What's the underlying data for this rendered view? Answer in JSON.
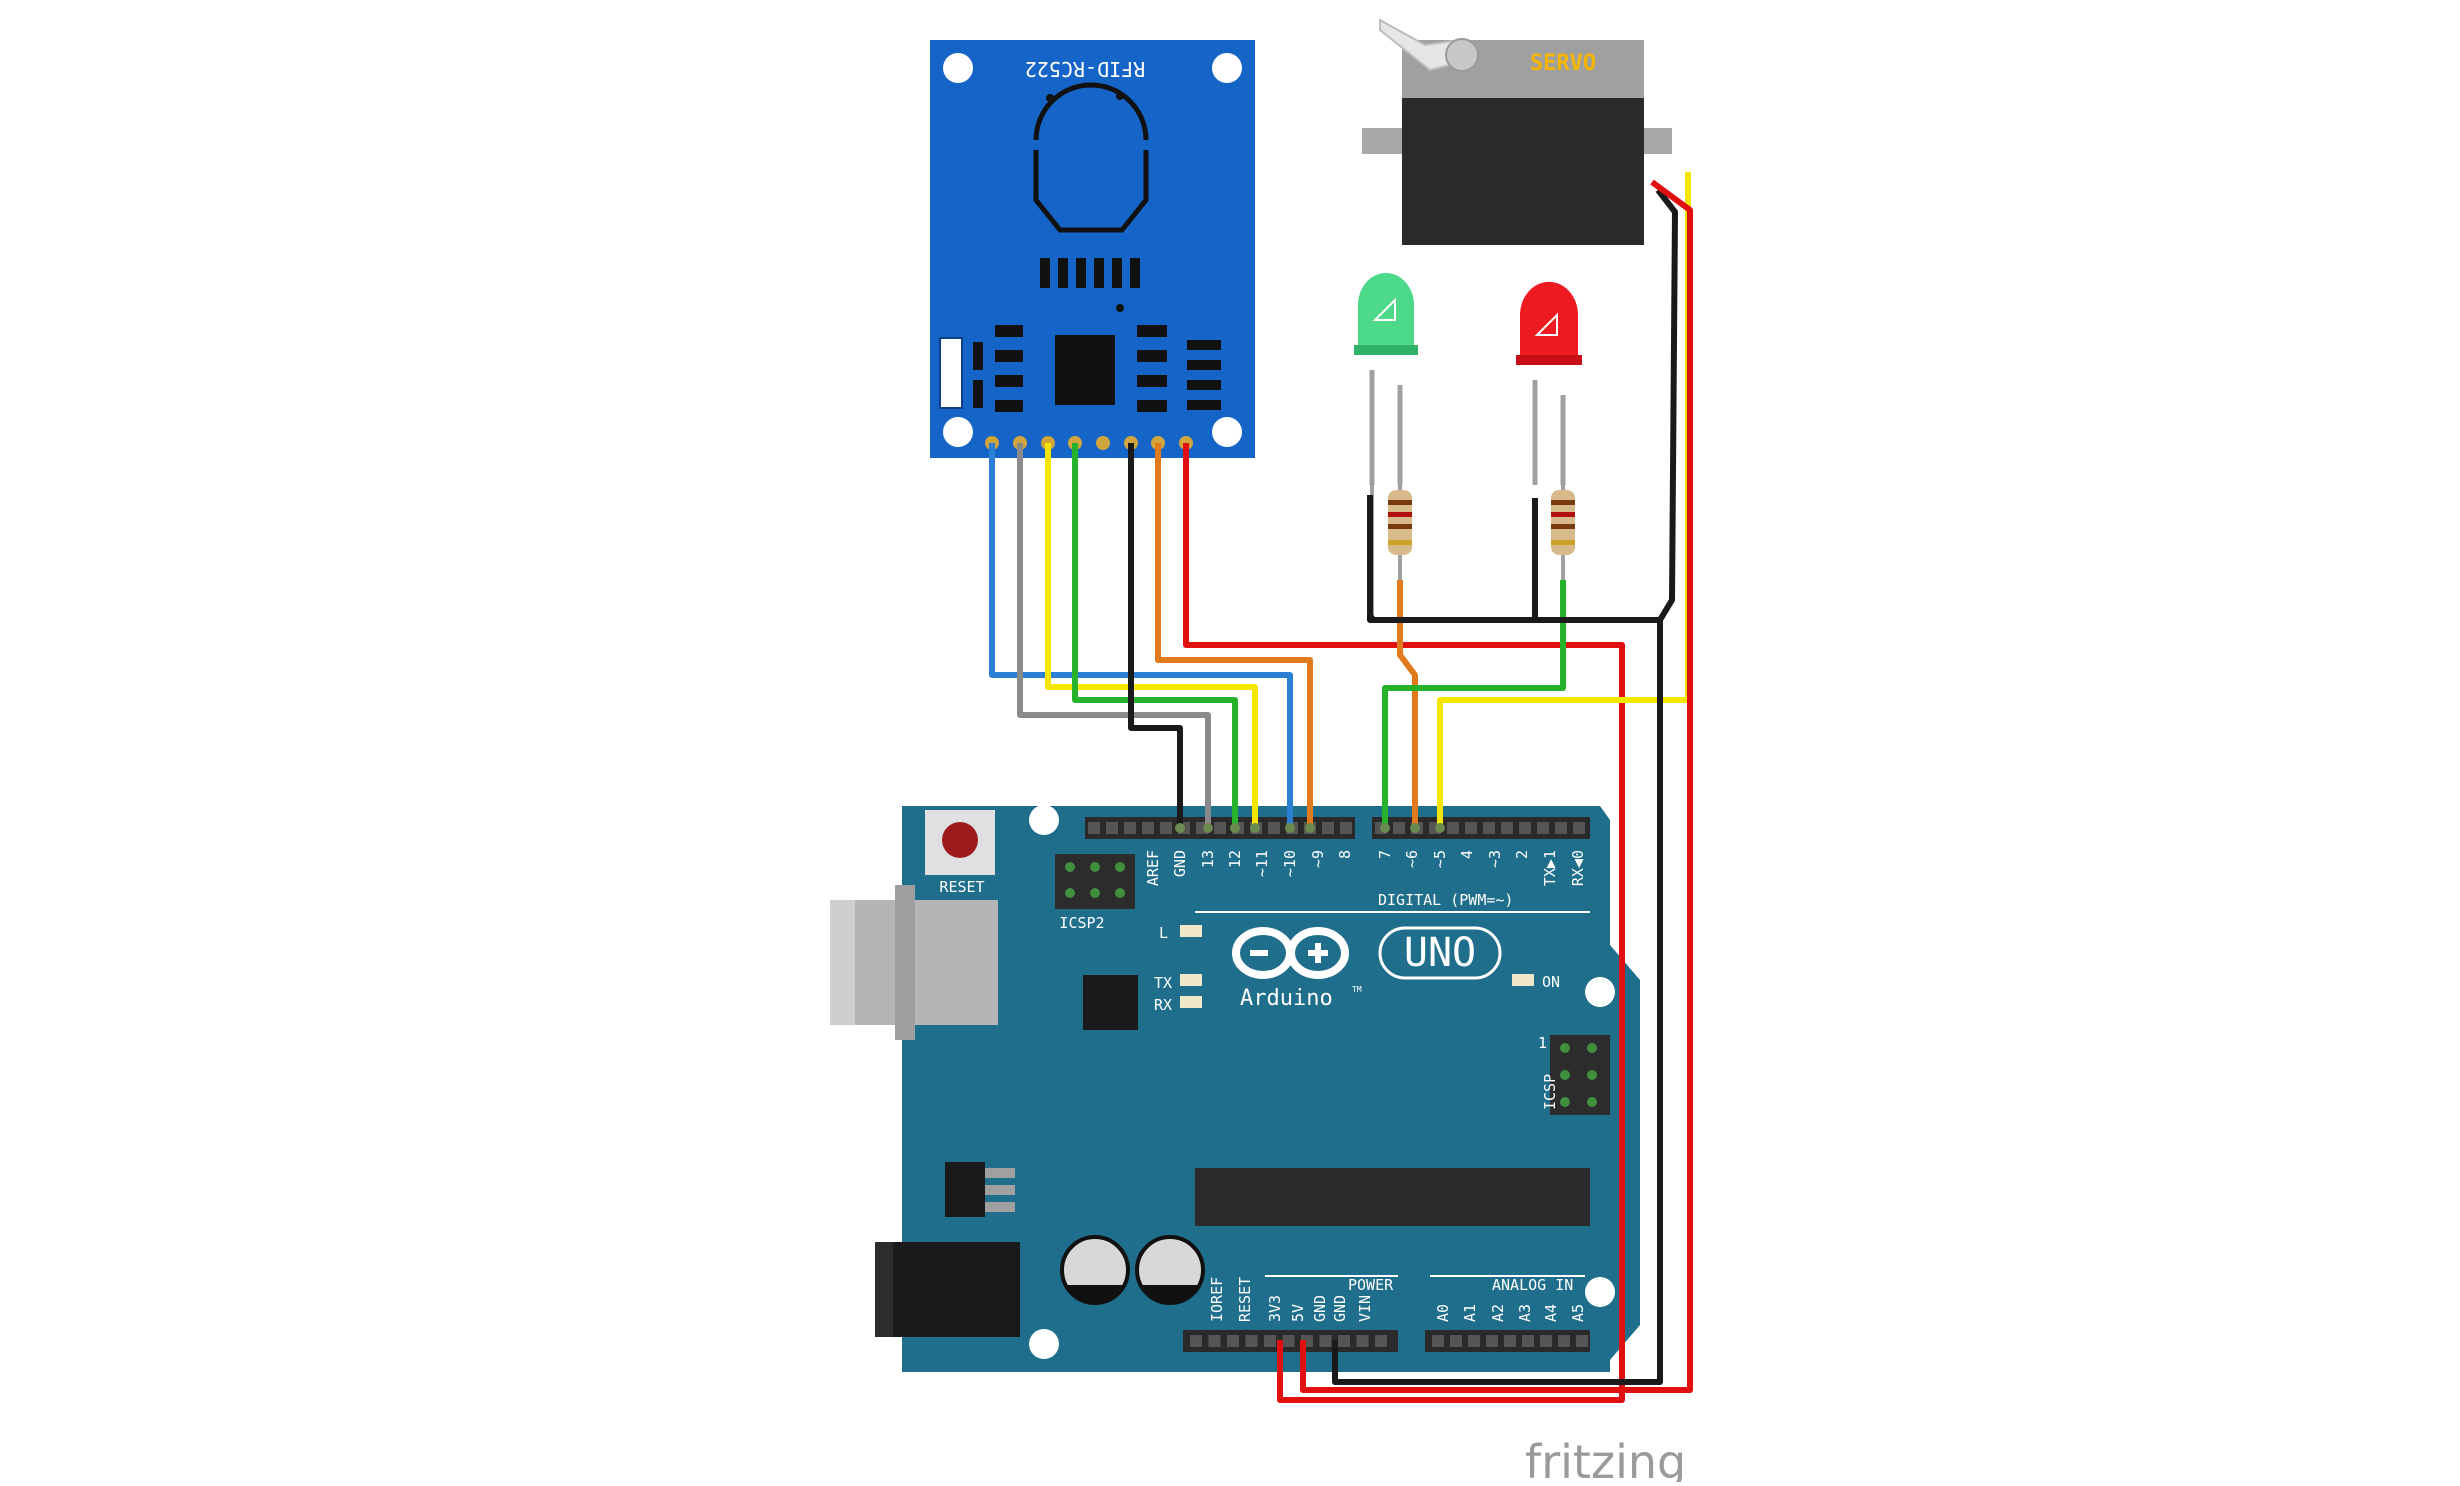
{
  "rfid": {
    "label": "RFID-RC522"
  },
  "servo": {
    "label": "SERVO"
  },
  "arduino": {
    "reset_label": "RESET",
    "icsp2_label": "ICSP2",
    "icsp_label": "ICSP",
    "l_label": "L",
    "tx_label": "TX",
    "rx_label": "RX",
    "on_label": "ON",
    "uno_label": "UNO",
    "brand_label": "Arduino",
    "tm": "TM",
    "digital_label": "DIGITAL (PWM=~)",
    "power_label": "POWER",
    "analog_label": "ANALOG IN",
    "icsp_pin1": "1",
    "digital_pins": [
      "AREF",
      "GND",
      "13",
      "12",
      "~11",
      "~10",
      "~9",
      "8",
      "7",
      "~6",
      "~5",
      "4",
      "~3",
      "2",
      "TX▶1",
      "RX◀0"
    ],
    "power_pins": [
      "IOREF",
      "RESET",
      "3V3",
      "5V",
      "GND",
      "GND",
      "VIN"
    ],
    "analog_pins": [
      "A0",
      "A1",
      "A2",
      "A3",
      "A4",
      "A5"
    ]
  },
  "leds": [
    {
      "color": "green"
    },
    {
      "color": "red"
    }
  ],
  "colors": {
    "board": "#1f6e8c",
    "rfid_board": "#1565c8",
    "wire_blue": "#2a7fd4",
    "wire_gray": "#8a8a8a",
    "wire_yellow": "#f5e600",
    "wire_green": "#27b22b",
    "wire_black": "#1a1a1a",
    "wire_orange": "#e07a1c",
    "wire_red": "#e01010"
  },
  "watermark": "fritzing"
}
